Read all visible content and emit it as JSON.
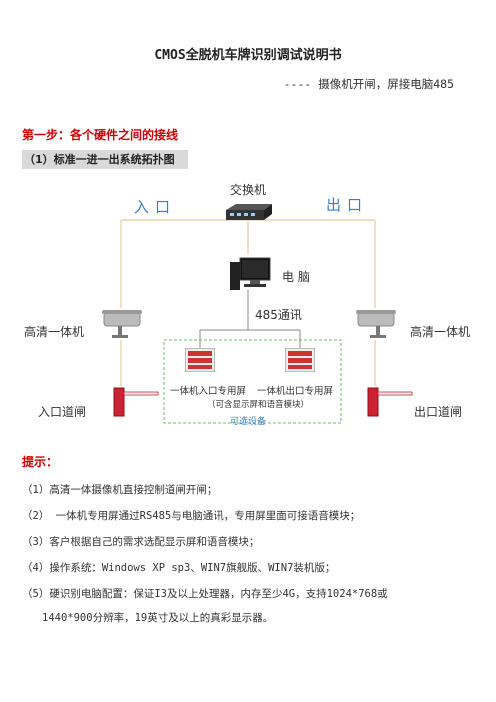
{
  "title": "CMOS全脱机车牌识别调试说明书",
  "subtitle": "---- 摄像机开闸，屏接电脑485",
  "step1": "第一步：各个硬件之间的接线",
  "section1": "（1）标准一进一出系统拓扑图",
  "diagram": {
    "switch_label": "交换机",
    "entry": "入口",
    "exit": "出口",
    "computer": "电 脑",
    "rs485": "485通讯",
    "camera_left": "高清一体机",
    "camera_right": "高清一体机",
    "entry_screen": "一体机入口专用屏",
    "exit_screen": "一体机出口专用屏",
    "screen_note": "（可含显示屏和语音模块）",
    "optional": "可选设备",
    "entry_gate": "入口道闸",
    "exit_gate": "出口道闸"
  },
  "tips_title": "提示：",
  "tips": [
    "（1）高清一体摄像机直接控制道闸开闸；",
    "（2） 一体机专用屏通过RS485与电脑通讯，专用屏里面可接语音模块；",
    "（3）客户根据自己的需求选配显示屏和语音模块；",
    "（4）操作系统：Windows XP sp3、WIN7旗舰版、WIN7装机版；",
    "（5）硬识别电脑配置：保证I3及以上处理器，内存至少4G，支持1024*768或",
    "1440*900分辨率，19英寸及以上的真彩显示器。"
  ]
}
